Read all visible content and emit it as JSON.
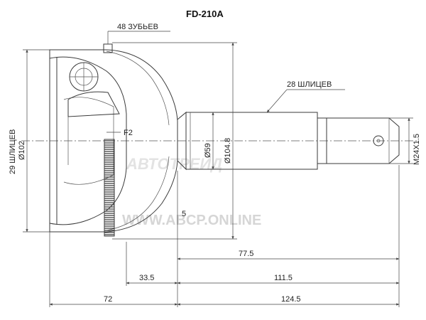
{
  "title": "FD-210A",
  "labels": {
    "teeth": "48 ЗУБЬЕВ",
    "outer_splines": "28 ШЛИЦЕВ",
    "inner_splines": "29 ШЛИЦЕВ",
    "dia_outer": "Ø102",
    "f2": "F2",
    "dia_shaft": "Ø59",
    "dia_flange": "Ø104.8",
    "thread": "M24X1.5",
    "small_5": "5",
    "d_77_5": "77.5",
    "d_33_5": "33.5",
    "d_111_5": "111.5",
    "d_72": "72",
    "d_124_5": "124.5"
  },
  "watermark": {
    "brand": "АВТОТРЕЙД",
    "site": "WWW.ABCP.ONLINE"
  }
}
